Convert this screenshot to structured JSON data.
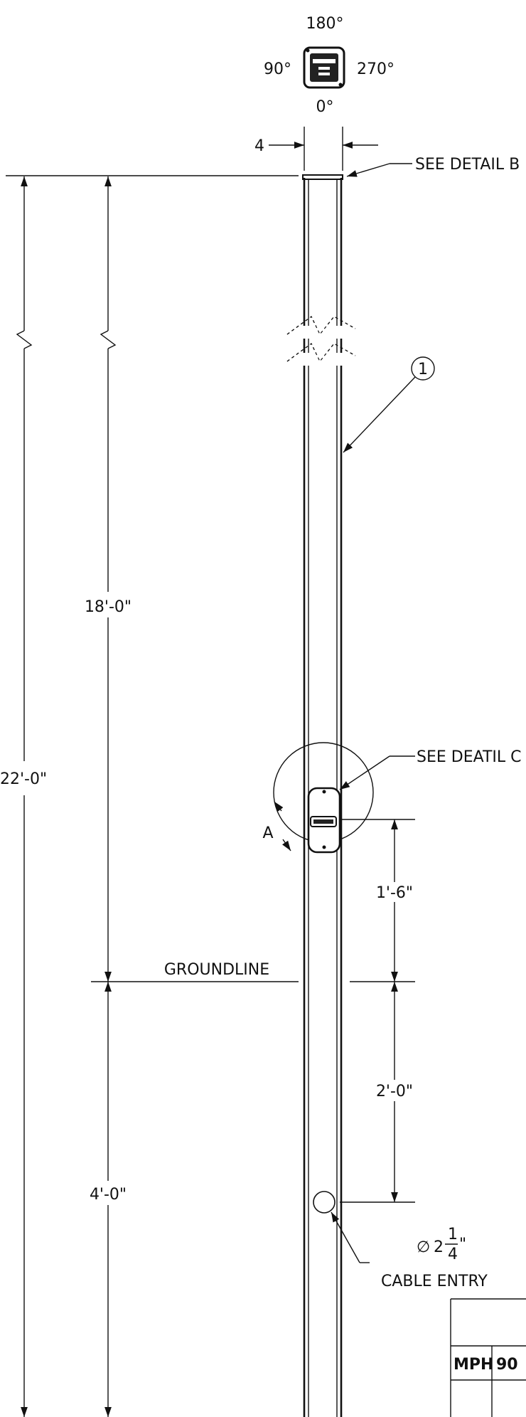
{
  "orientation": {
    "top": "180°",
    "left": "90°",
    "right": "270°",
    "bottom": "0°"
  },
  "dimensions": {
    "width_top": "4",
    "overall_height": "22'-0\"",
    "above_ground": "18'-0\"",
    "below_ground": "4'-0\"",
    "detail_height": "1'-6\"",
    "entry_depth": "2'-0\""
  },
  "callouts": {
    "detail_b": "SEE DETAIL B",
    "detail_c": "SEE DEATIL C",
    "item_number": "1",
    "section_marker": "A",
    "groundline": "GROUNDLINE",
    "diameter_symbol": "∅",
    "diameter_whole": "2",
    "diameter_num": "1",
    "diameter_den": "4",
    "inch_mark": "\"",
    "cable_entry": "CABLE ENTRY"
  },
  "table": {
    "header_col1": "MPH",
    "header_col2": "90"
  }
}
